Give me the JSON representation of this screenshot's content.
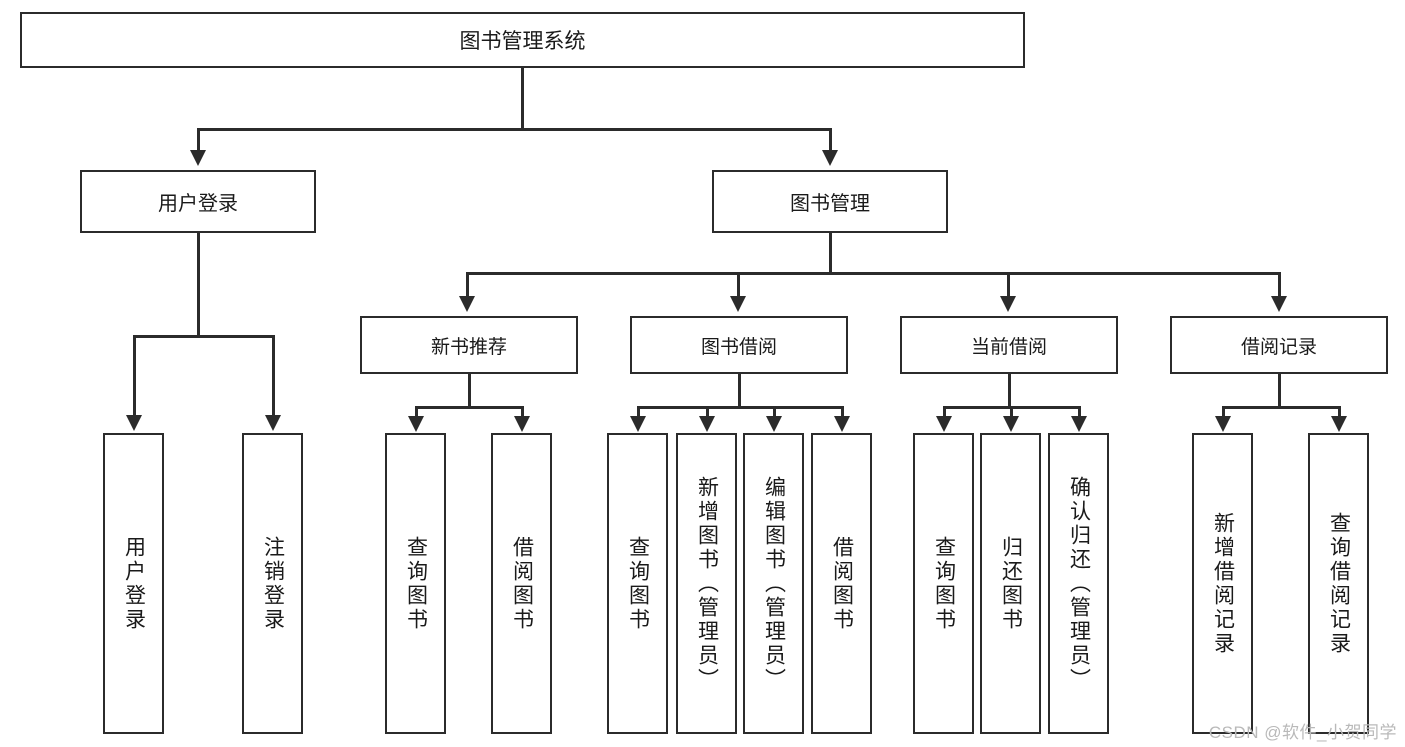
{
  "diagram": {
    "type": "tree-hierarchy-chart",
    "root": {
      "id": "root",
      "label": "图书管理系统"
    },
    "level1": [
      {
        "id": "user-login",
        "label": "用户登录"
      },
      {
        "id": "book-management",
        "label": "图书管理"
      }
    ],
    "level2": [
      {
        "id": "new-book-recommend",
        "label": "新书推荐",
        "parent": "book-management"
      },
      {
        "id": "book-borrow",
        "label": "图书借阅",
        "parent": "book-management"
      },
      {
        "id": "current-borrow",
        "label": "当前借阅",
        "parent": "book-management"
      },
      {
        "id": "borrow-record",
        "label": "借阅记录",
        "parent": "book-management"
      }
    ],
    "leaves": [
      {
        "id": "leaf-user-login",
        "label": "用户登录",
        "parent": "user-login"
      },
      {
        "id": "leaf-user-logout",
        "label": "注销登录",
        "parent": "user-login"
      },
      {
        "id": "leaf-query-book-1",
        "label": "查询图书",
        "parent": "new-book-recommend"
      },
      {
        "id": "leaf-borrow-book-1",
        "label": "借阅图书",
        "parent": "new-book-recommend"
      },
      {
        "id": "leaf-query-book-2",
        "label": "查询图书",
        "parent": "book-borrow"
      },
      {
        "id": "leaf-add-book",
        "label": "新增图书（管理员）",
        "parent": "book-borrow"
      },
      {
        "id": "leaf-edit-book",
        "label": "编辑图书（管理员）",
        "parent": "book-borrow"
      },
      {
        "id": "leaf-borrow-book-2",
        "label": "借阅图书",
        "parent": "book-borrow"
      },
      {
        "id": "leaf-query-book-3",
        "label": "查询图书",
        "parent": "current-borrow"
      },
      {
        "id": "leaf-return-book",
        "label": "归还图书",
        "parent": "current-borrow"
      },
      {
        "id": "leaf-confirm-return",
        "label": "确认归还（管理员）",
        "parent": "current-borrow"
      },
      {
        "id": "leaf-add-record",
        "label": "新增借阅记录",
        "parent": "borrow-record"
      },
      {
        "id": "leaf-query-record",
        "label": "查询借阅记录",
        "parent": "borrow-record"
      }
    ]
  },
  "watermark": {
    "text": "CSDN @软件_小贺同学"
  },
  "colors": {
    "stroke": "#2b2b2b",
    "fill": "#ffffff",
    "text": "#1a1a1a",
    "watermark": "#b9b9b9"
  }
}
